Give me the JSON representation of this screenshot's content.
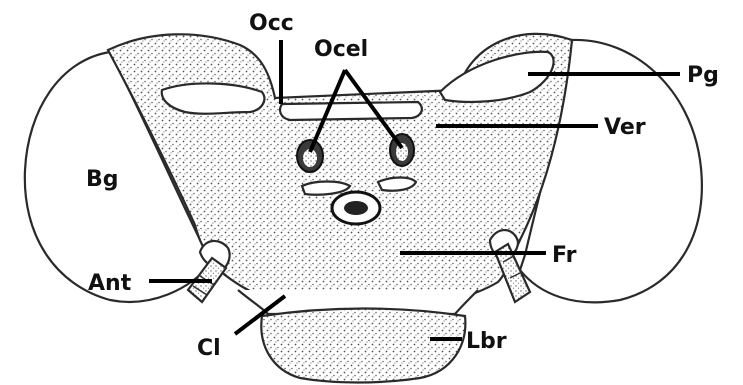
{
  "diagram": {
    "labels": {
      "occ": "Occ",
      "ocel": "Ocel",
      "pg": "Pg",
      "ver": "Ver",
      "bg": "Bg",
      "fr": "Fr",
      "ant": "Ant",
      "cl": "Cl",
      "lbr": "Lbr"
    },
    "colors": {
      "ink": "#111111",
      "background": "#ffffff",
      "stipple": "#5a5a5a"
    }
  }
}
